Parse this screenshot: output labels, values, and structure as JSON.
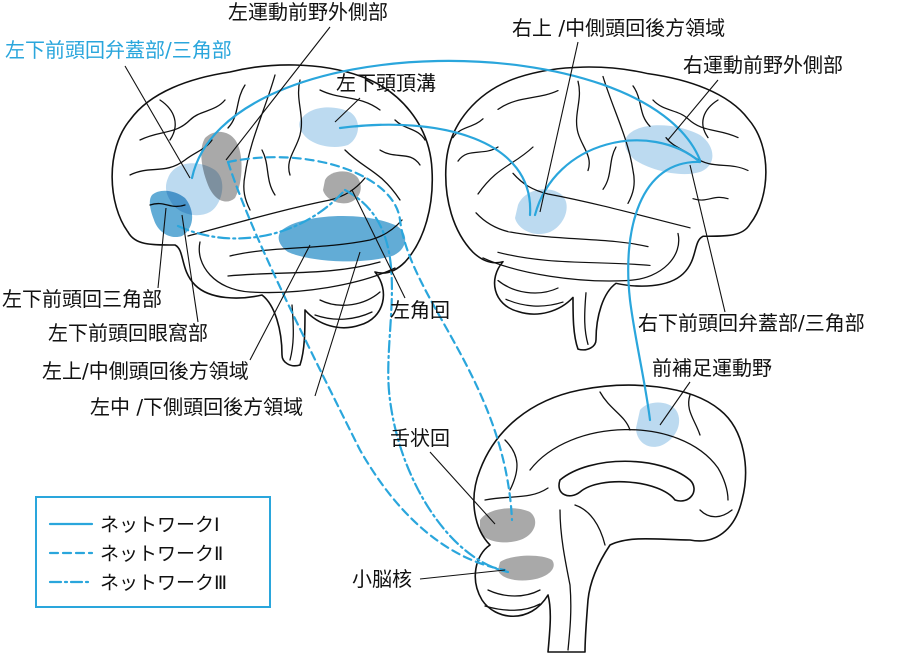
{
  "labels": {
    "left_premotor": "左運動前野外側部",
    "left_ifg_oper_tri": "左下前頭回弁蓋部/三角部",
    "left_ips": "左下頭頂溝",
    "right_stg_mtg": "右上 /中側頭回後方領域",
    "right_premotor": "右運動前野外側部",
    "left_ifg_tri": "左下前頭回三角部",
    "left_ifg_orb": "左下前頭回眼窩部",
    "left_stg_mtg": "左上/中側頭回後方領域",
    "left_mtg_itg": "左中 /下側頭回後方領域",
    "left_angular": "左角回",
    "right_ifg_oper_tri": "右下前頭回弁蓋部/三角部",
    "pre_sma": "前補足運動野",
    "lingual": "舌状回",
    "cerebellar_nuclei": "小脳核"
  },
  "legend": {
    "network1": "ネットワークⅠ",
    "network2": "ネットワークⅡ",
    "network3": "ネットワークⅢ"
  },
  "colors": {
    "network_line": "#2aa6dc",
    "region_light_blue": "#bcdaf0",
    "region_dark_blue": "#62acd6",
    "region_gray": "#a9a9a9",
    "outline": "#111111"
  }
}
